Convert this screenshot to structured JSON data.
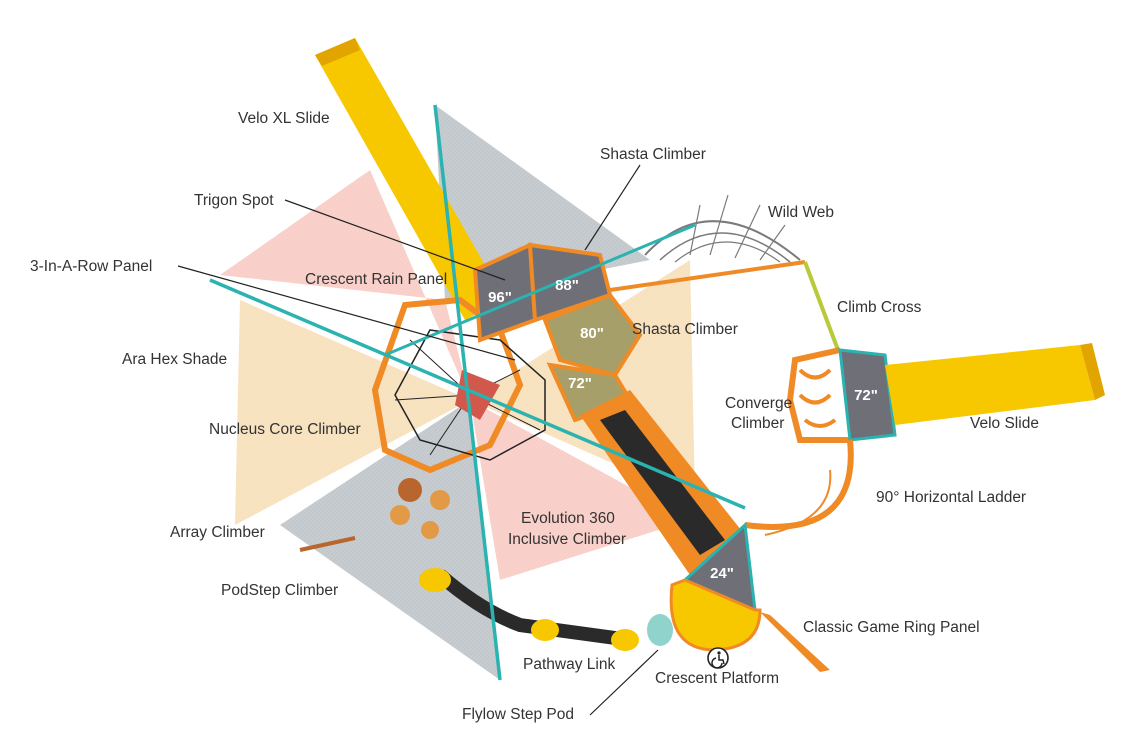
{
  "labels": {
    "velo_xl_slide": "Velo XL Slide",
    "shasta_climber_top": "Shasta Climber",
    "trigon_spot": "Trigon Spot",
    "wild_web": "Wild Web",
    "three_in_a_row_panel": "3-In-A-Row Panel",
    "crescent_rain_panel": "Crescent Rain Panel",
    "climb_cross": "Climb Cross",
    "shasta_climber_right": "Shasta Climber",
    "ara_hex_shade": "Ara Hex Shade",
    "converge_climber_1": "Converge",
    "converge_climber_2": "Climber",
    "velo_slide": "Velo Slide",
    "nucleus_core_climber": "Nucleus Core Climber",
    "horizontal_ladder": "90° Horizontal Ladder",
    "evolution_360_1": "Evolution 360",
    "evolution_360_2": "Inclusive Climber",
    "array_climber": "Array Climber",
    "podstep_climber": "PodStep Climber",
    "classic_game_ring_panel": "Classic Game Ring Panel",
    "pathway_link": "Pathway Link",
    "crescent_platform": "Crescent Platform",
    "flylow_step_pod": "Flylow Step Pod"
  },
  "deck_heights": {
    "h96": "96\"",
    "h88": "88\"",
    "h80": "80\"",
    "h72_main": "72\"",
    "h72_right": "72\"",
    "h24": "24\""
  },
  "colors": {
    "slide_yellow": "#f7c800",
    "frame_orange": "#f08a24",
    "deck_gray": "#6f6f78",
    "post_teal": "#2ab3b0",
    "shade_pink": "#f2a79a",
    "shade_tan": "#f0c88a",
    "shade_gray": "#8f9aa0"
  },
  "icons": {
    "accessibility": "wheelchair-icon"
  }
}
